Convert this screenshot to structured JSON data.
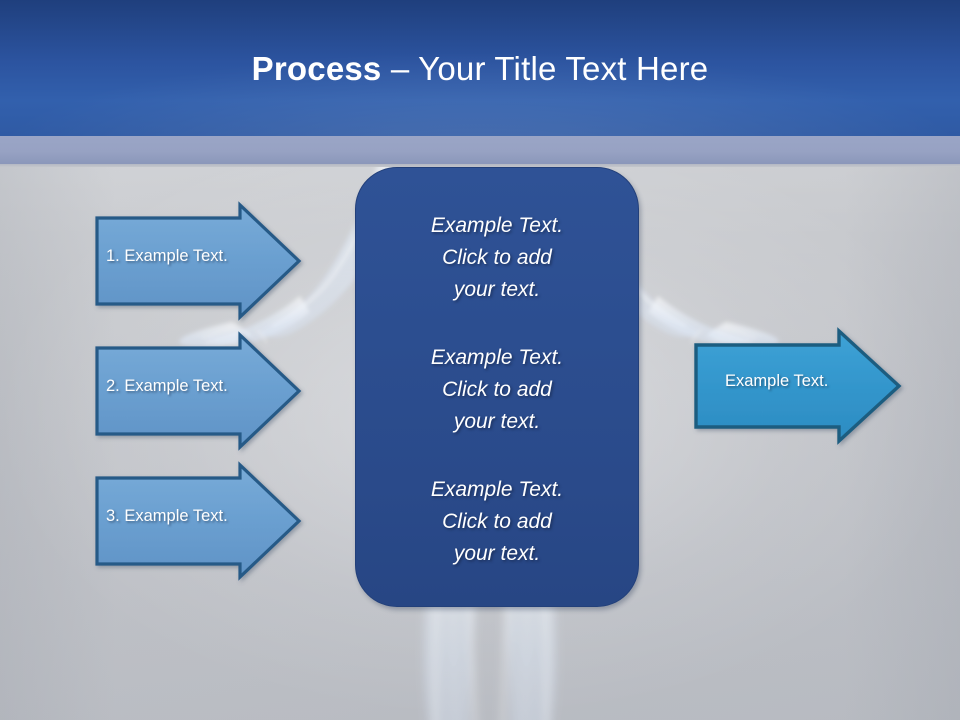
{
  "slide": {
    "title": {
      "bold_part": "Process",
      "rest_part": " – Your Title Text Here",
      "full": "Process – Your Title Text Here"
    },
    "theme": {
      "header_blue": "#2c54a0",
      "header_band_bottom": "#3260ad",
      "underline_lavender": "#97a2c3",
      "background_gray": "#c6c8cc",
      "arrow_fill_light": "#6a9fd0",
      "arrow_fill_accent": "#3396cc",
      "arrow_border": "#275a87",
      "panel_fill": "#2c4e90",
      "panel_border": "#23407a",
      "text_white": "#ffffff"
    },
    "background_image": "xray-human-figure"
  },
  "input_arrows": [
    {
      "label": "1. Example Text.",
      "name": "arrow-step-1"
    },
    {
      "label": "2. Example Text.",
      "name": "arrow-step-2"
    },
    {
      "label": "3. Example Text.",
      "name": "arrow-step-3"
    }
  ],
  "center_panel": {
    "blocks": [
      {
        "text": "Example Text.\nClick  to add\nyour text."
      },
      {
        "text": "Example Text.\nClick  to add\nyour text."
      },
      {
        "text": "Example Text.\nClick  to add\nyour text."
      }
    ]
  },
  "output_arrow": {
    "label": "Example Text."
  }
}
